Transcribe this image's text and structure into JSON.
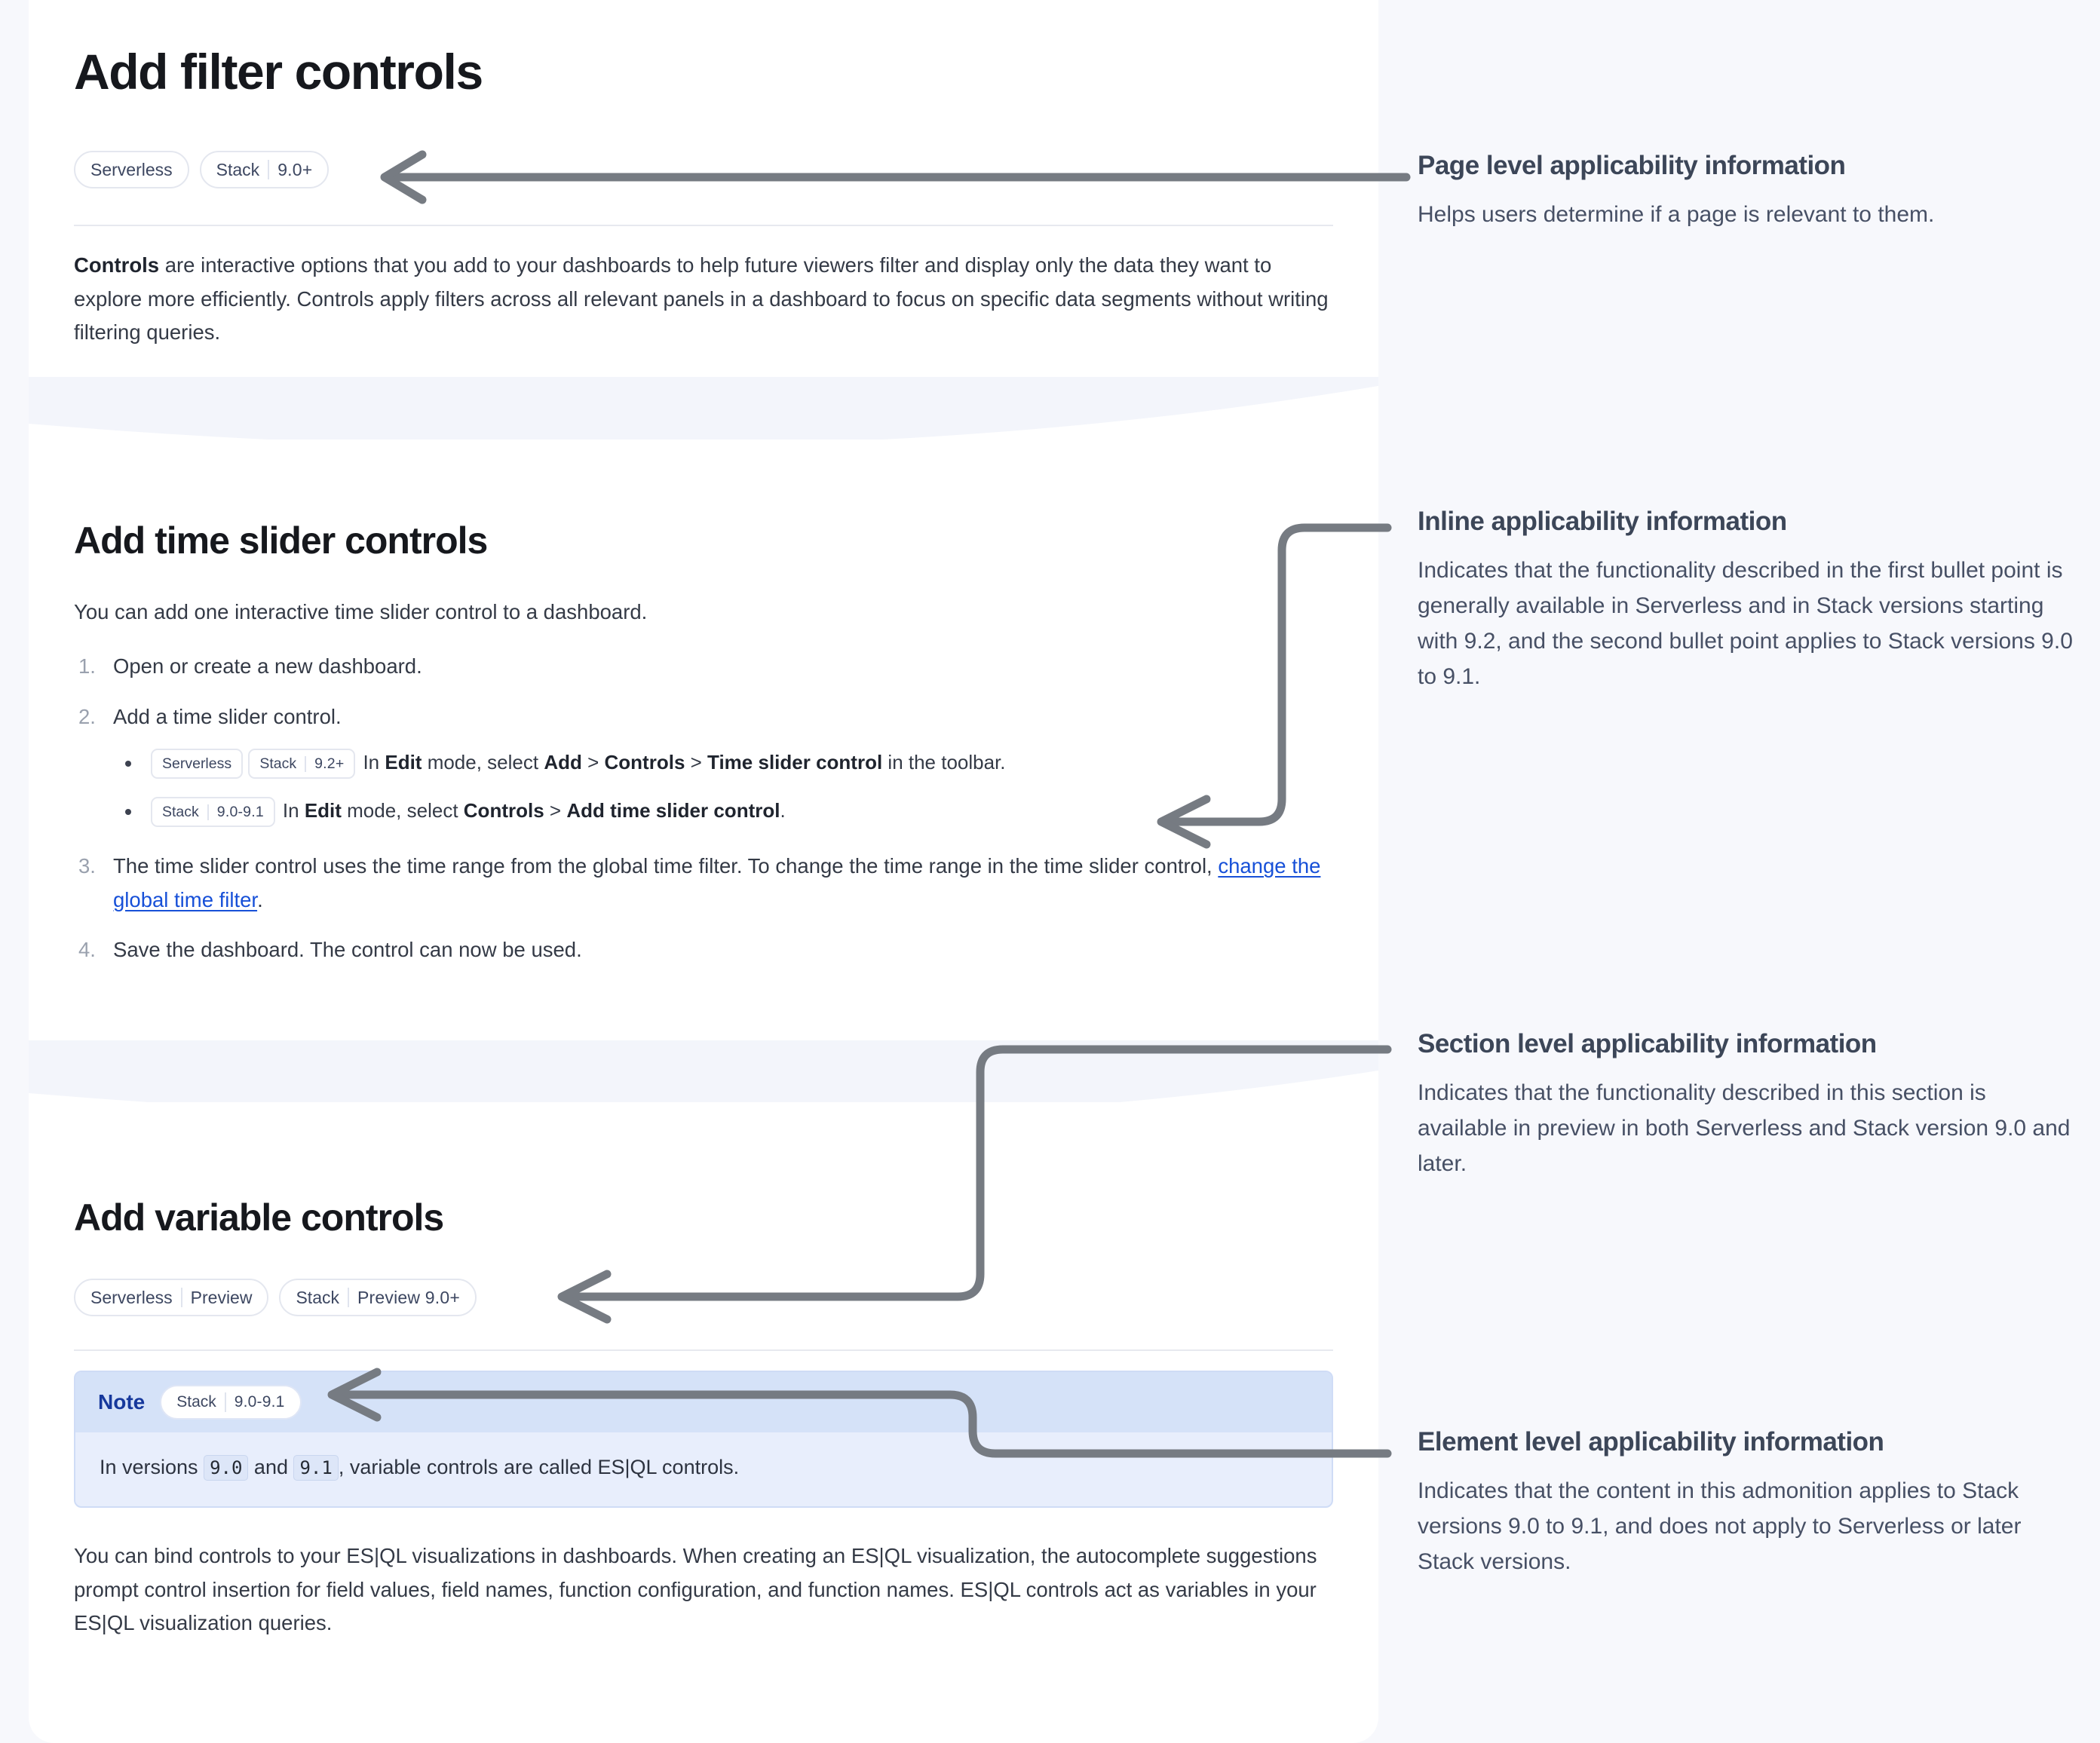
{
  "page": {
    "title": "Add filter controls",
    "applicability": [
      {
        "segments": [
          "Serverless"
        ]
      },
      {
        "segments": [
          "Stack",
          "9.0+"
        ]
      }
    ],
    "intro_paragraph": {
      "lead": "Controls",
      "rest": " are interactive options that you add to your dashboards to help future viewers filter and display only the data they want to explore more efficiently. Controls apply filters across all relevant panels in a dashboard to focus on specific data segments without writing filtering queries."
    }
  },
  "section_time_slider": {
    "heading": "Add time slider controls",
    "intro": "You can add one interactive time slider control to a dashboard.",
    "steps": [
      {
        "text": "Open or create a new dashboard."
      },
      {
        "text": "Add a time slider control.",
        "bullets": [
          {
            "badges": [
              {
                "segments": [
                  "Serverless"
                ]
              },
              {
                "segments": [
                  "Stack",
                  "9.2+"
                ]
              }
            ],
            "parts": [
              {
                "t": "In ",
                "b": false
              },
              {
                "t": "Edit",
                "b": true
              },
              {
                "t": " mode, select ",
                "b": false
              },
              {
                "t": "Add",
                "b": true
              },
              {
                "t": " > ",
                "b": false
              },
              {
                "t": "Controls",
                "b": true
              },
              {
                "t": " > ",
                "b": false
              },
              {
                "t": "Time slider control",
                "b": true
              },
              {
                "t": " in the toolbar.",
                "b": false
              }
            ]
          },
          {
            "badges": [
              {
                "segments": [
                  "Stack",
                  "9.0-9.1"
                ]
              }
            ],
            "parts": [
              {
                "t": "In ",
                "b": false
              },
              {
                "t": "Edit",
                "b": true
              },
              {
                "t": " mode, select ",
                "b": false
              },
              {
                "t": "Controls",
                "b": true
              },
              {
                "t": " > ",
                "b": false
              },
              {
                "t": "Add time slider control",
                "b": true
              },
              {
                "t": ".",
                "b": false
              }
            ]
          }
        ]
      },
      {
        "text_before_link": "The time slider control uses the time range from the global time filter. To change the time range in the time slider control, ",
        "link_text": "change the global time filter",
        "text_after_link": "."
      },
      {
        "text": "Save the dashboard. The control can now be used."
      }
    ]
  },
  "section_variable": {
    "heading": "Add variable controls",
    "applicability": [
      {
        "segments": [
          "Serverless",
          "Preview"
        ]
      },
      {
        "segments": [
          "Stack",
          "Preview 9.0+"
        ]
      }
    ],
    "note": {
      "label": "Note",
      "badge": {
        "segments": [
          "Stack",
          "9.0-9.1"
        ]
      },
      "body_parts": [
        {
          "t": "In versions ",
          "code": false
        },
        {
          "t": "9.0",
          "code": true
        },
        {
          "t": " and ",
          "code": false
        },
        {
          "t": "9.1",
          "code": true
        },
        {
          "t": ", variable controls are called ES|QL controls.",
          "code": false
        }
      ]
    },
    "paragraph": "You can bind controls to your ES|QL visualizations in dashboards. When creating an ES|QL visualization, the autocomplete suggestions prompt control insertion for field values, field names, function configuration, and function names. ES|QL controls act as variables in your ES|QL visualization queries."
  },
  "annotations": [
    {
      "title": "Page level applicability information",
      "body": "Helps users determine if a page is relevant to them."
    },
    {
      "title": "Inline applicability information",
      "body": "Indicates that the functionality described in the first bullet point is generally available in Serverless and in Stack versions starting with 9.2, and the second bullet point applies to Stack versions 9.0 to 9.1."
    },
    {
      "title": "Section level applicability information",
      "body": "Indicates that the functionality described in this section is available in preview in both Serverless and Stack version 9.0 and later."
    },
    {
      "title": "Element level applicability information",
      "body": "Indicates that the content in this admonition applies to Stack versions 9.0 to 9.1, and does not apply to Serverless or later Stack versions."
    }
  ],
  "colors": {
    "page_background": "#f7f8fc",
    "card_background": "#ffffff",
    "connector": "#767b82",
    "link": "#1750d8",
    "note_header": "#d5e2f8",
    "note_body": "#e8eefc",
    "note_label": "#16389c",
    "badge_text": "#3d4761"
  }
}
